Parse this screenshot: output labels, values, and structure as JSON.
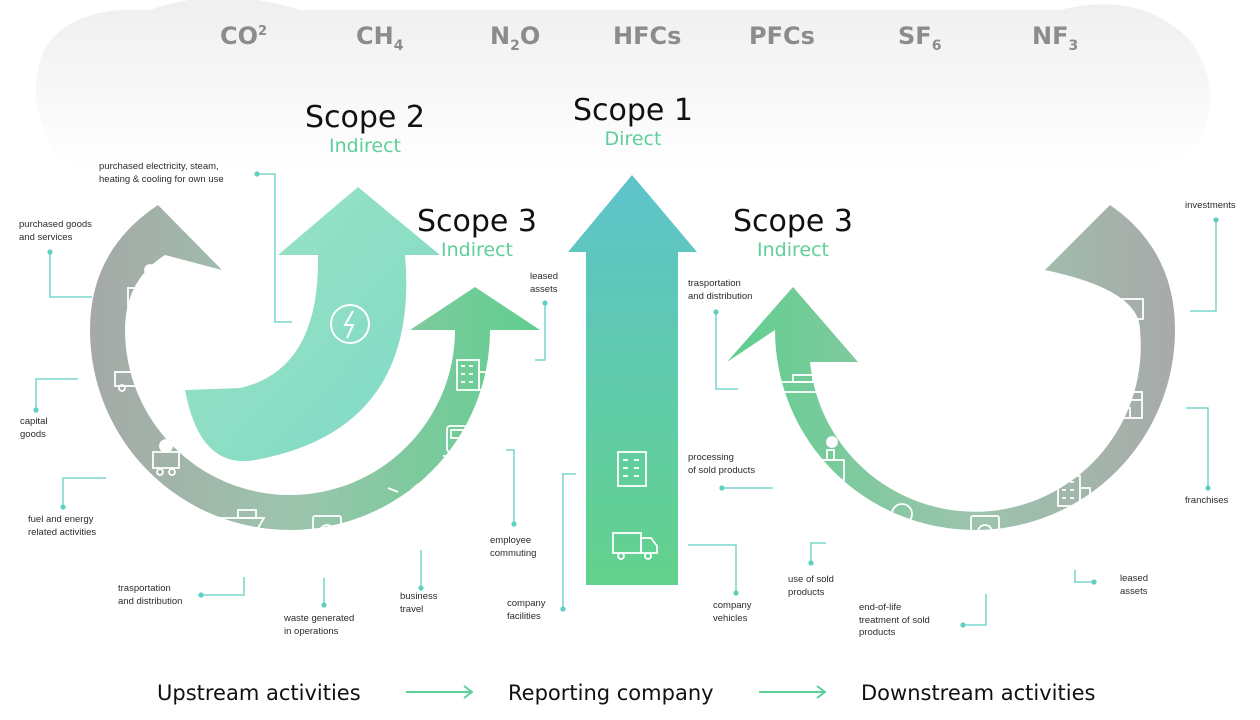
{
  "gases": [
    {
      "base": "CO",
      "sub": "",
      "sup": "2"
    },
    {
      "base": "CH",
      "sub": "4",
      "sup": ""
    },
    {
      "base": "N",
      "sub": "2",
      "after": "O"
    },
    {
      "base": "HFCs",
      "sub": "",
      "sup": ""
    },
    {
      "base": "PFCs",
      "sub": "",
      "sup": ""
    },
    {
      "base": "SF",
      "sub": "6",
      "sup": ""
    },
    {
      "base": "NF",
      "sub": "3",
      "sup": ""
    }
  ],
  "scopes": {
    "scope2": {
      "title": "Scope 2",
      "sub": "Indirect"
    },
    "scope1": {
      "title": "Scope 1",
      "sub": "Direct"
    },
    "scope3_up": {
      "title": "Scope 3",
      "sub": "Indirect"
    },
    "scope3_down": {
      "title": "Scope 3",
      "sub": "Indirect"
    }
  },
  "labels": {
    "purchased_electricity": "purchased electricity, steam,\nheating & cooling for own use",
    "purchased_goods": "purchased goods\nand services",
    "capital_goods": "capital\ngoods",
    "fuel_energy": "fuel and energy\nrelated activities",
    "transport_up": "trasportation\nand distribution",
    "waste": "waste generated\nin operations",
    "business_travel": "business\ntravel",
    "employee_commuting": "employee\ncommuting",
    "leased_assets_up": "leased\nassets",
    "company_facilities": "company\nfacilities",
    "company_vehicles": "company\nvehicles",
    "transport_down": "trasportation\nand distribution",
    "processing": "processing\nof sold products",
    "use_sold": "use of sold\nproducts",
    "end_of_life": "end-of-life\ntreatment of sold\nproducts",
    "leased_assets_down": "leased\nassets",
    "investments": "investments",
    "franchises": "franchises"
  },
  "flow": {
    "upstream": "Upstream activities",
    "reporting": "Reporting company",
    "downstream": "Downstream activities"
  },
  "colors": {
    "gray": "#a7aaa8",
    "green": "#5fcf8e",
    "teal": "#5cc4c8",
    "mint": "#84dcc0",
    "accent": "#5fcf9a"
  }
}
